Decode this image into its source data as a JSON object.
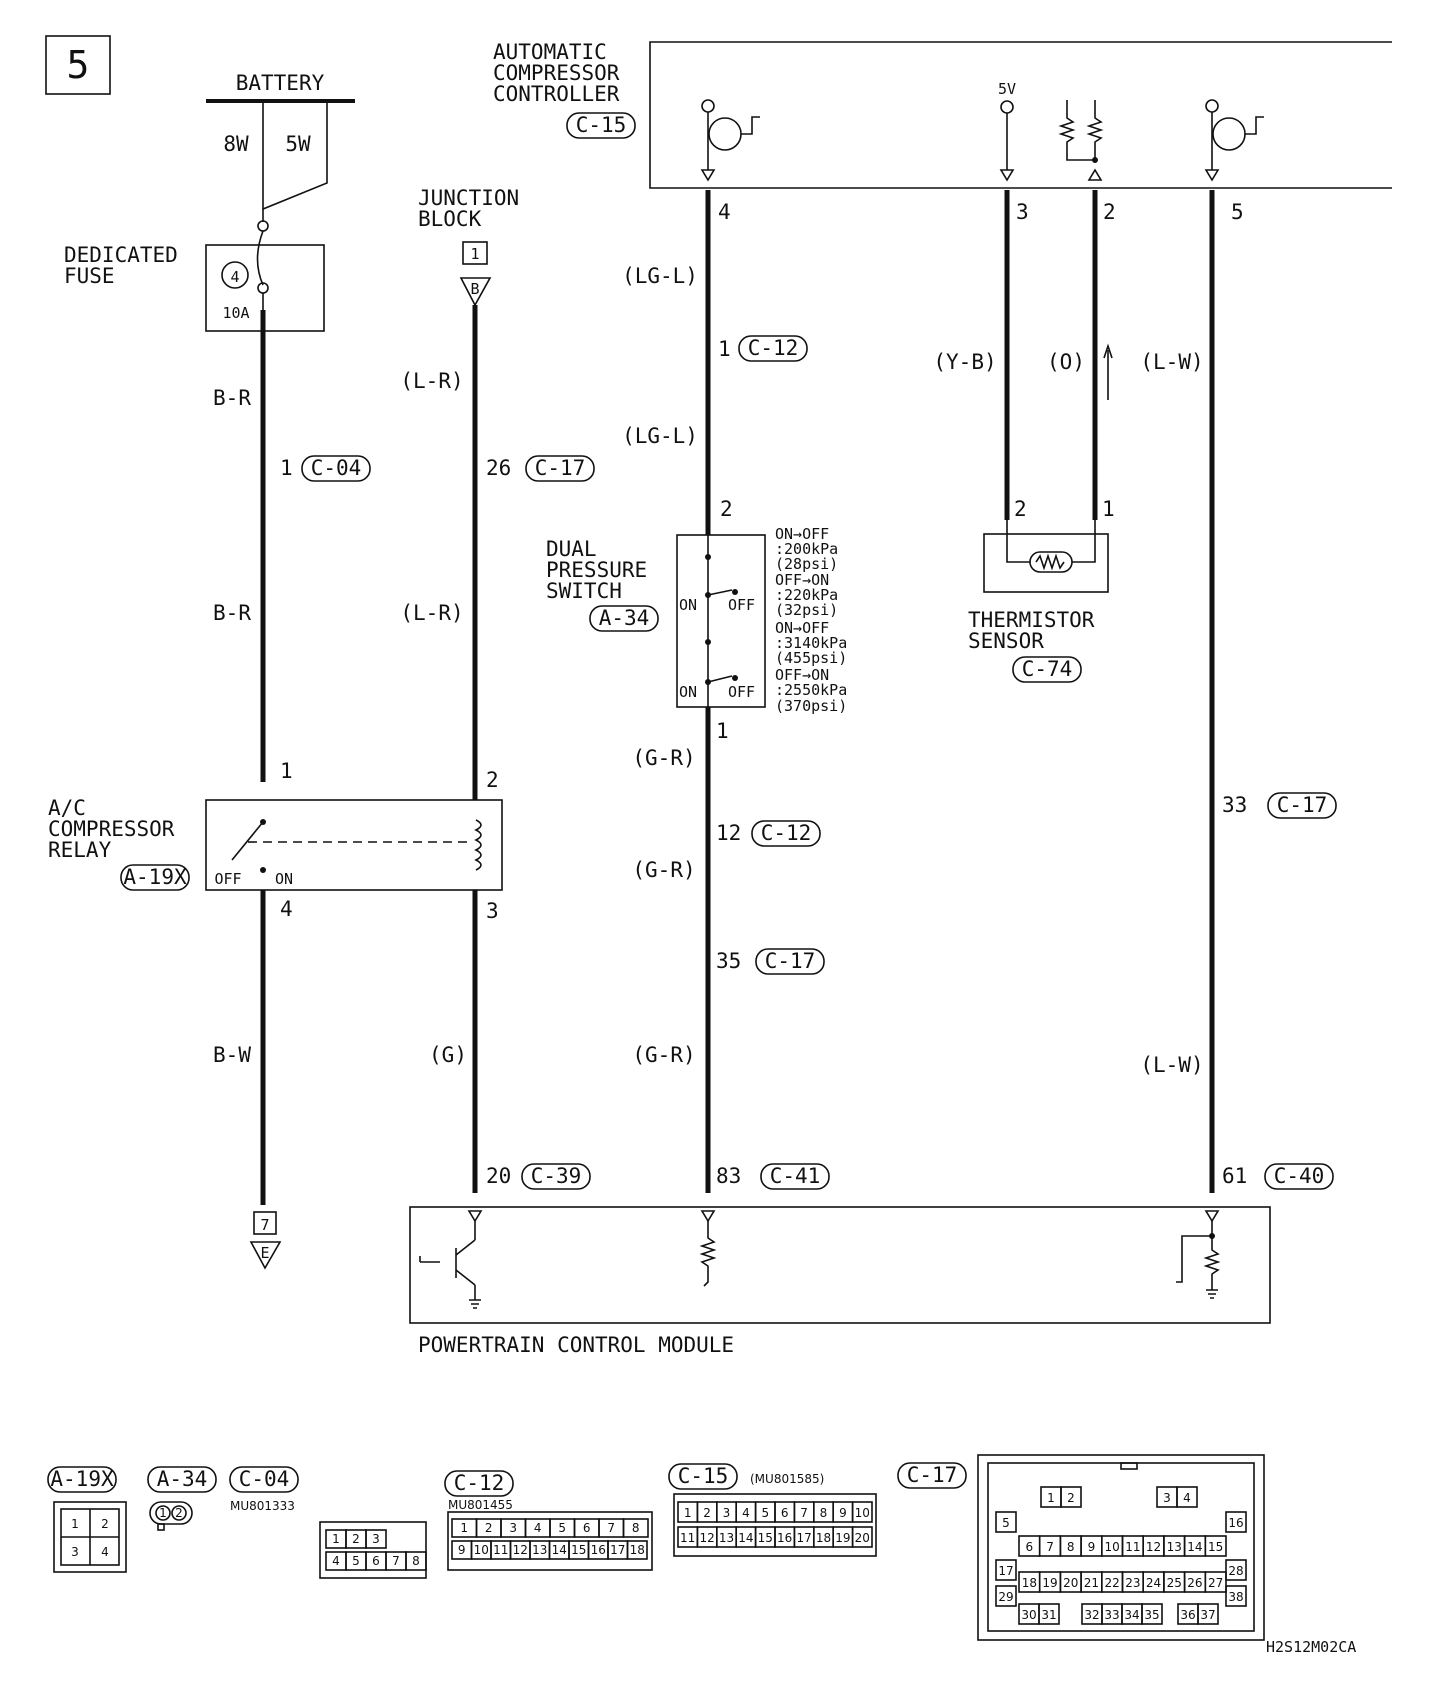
{
  "page_number": "5",
  "battery": {
    "label": "BATTERY",
    "wire_left": "8W",
    "wire_right": "5W"
  },
  "dedicated_fuse": {
    "label": "DEDICATED FUSE",
    "number": "4",
    "rating": "10A"
  },
  "junction_block": {
    "label": "JUNCTION BLOCK",
    "box_number": "1",
    "terminal": "B"
  },
  "controller": {
    "label": "AUTOMATIC COMPRESSOR CONTROLLER",
    "connector": "C-15",
    "supply": "5V"
  },
  "relay": {
    "label": "A/C COMPRESSOR RELAY",
    "connector": "A-19X",
    "off": "OFF",
    "on": "ON",
    "pins": [
      "1",
      "2",
      "4",
      "3"
    ]
  },
  "dual_pressure_switch": {
    "label": "DUAL PRESSURE SWITCH",
    "connector": "A-34",
    "pin_top": "2",
    "pin_bottom": "1",
    "on": "ON",
    "off": "OFF",
    "notes": [
      "ON→OFF",
      ":200kPa",
      "(28psi)",
      "OFF→ON",
      ":220kPa",
      "(32psi)",
      "ON→OFF",
      ":3140kPa",
      "(455psi)",
      "OFF→ON",
      ":2550kPa",
      "(370psi)"
    ]
  },
  "thermistor": {
    "label": "THERMISTOR SENSOR",
    "connector": "C-74",
    "pin_left": "2",
    "pin_right": "1"
  },
  "pcm": {
    "label": "POWERTRAIN CONTROL MODULE"
  },
  "ground": {
    "box_number": "7",
    "terminal": "E"
  },
  "wire_colors": {
    "br_1": "B-R",
    "br_2": "B-R",
    "bw": "B-W",
    "lr_1": "(L-R)",
    "lr_2": "(L-R)",
    "g": "(G)",
    "lgl_1": "(LG-L)",
    "lgl_2": "(LG-L)",
    "gr_1": "(G-R)",
    "gr_2": "(G-R)",
    "gr_3": "(G-R)",
    "yb": "(Y-B)",
    "o": "(O)",
    "lw_1": "(L-W)",
    "lw_2": "(L-W)"
  },
  "junctions": {
    "c04_pin": "1",
    "c04": "C-04",
    "c17a_pin": "26",
    "c17a": "C-17",
    "c12a_pin": "1",
    "c12a": "C-12",
    "c12b_pin": "12",
    "c12b": "C-12",
    "c17b_pin": "35",
    "c17b": "C-17",
    "c17c_pin": "33",
    "c17c": "C-17",
    "c39_pin": "20",
    "c39": "C-39",
    "c41_pin": "83",
    "c41": "C-41",
    "c40_pin": "61",
    "c40": "C-40"
  },
  "controller_pins": [
    "4",
    "3",
    "2",
    "5"
  ],
  "connector_views": {
    "a19x": {
      "label": "A-19X",
      "pins": [
        "1",
        "2",
        "3",
        "4"
      ]
    },
    "a34": {
      "label": "A-34",
      "pins": [
        "1",
        "2"
      ]
    },
    "c04": {
      "label": "C-04",
      "part": "MU801333",
      "pins_top": [
        "1",
        "2",
        "3"
      ],
      "pins_bottom": [
        "4",
        "5",
        "6",
        "7",
        "8"
      ]
    },
    "c12": {
      "label": "C-12",
      "part": "MU801455",
      "pins_top": [
        "1",
        "2",
        "3",
        "4",
        "5",
        "6",
        "7",
        "8"
      ],
      "pins_bottom": [
        "9",
        "10",
        "11",
        "12",
        "13",
        "14",
        "15",
        "16",
        "17",
        "18"
      ]
    },
    "c15": {
      "label": "C-15",
      "part": "(MU801585)",
      "pins_top": [
        "1",
        "2",
        "3",
        "4",
        "5",
        "6",
        "7",
        "8",
        "9",
        "10"
      ],
      "pins_bottom": [
        "11",
        "12",
        "13",
        "14",
        "15",
        "16",
        "17",
        "18",
        "19",
        "20"
      ]
    },
    "c17": {
      "label": "C-17",
      "row1": [
        "1",
        "2",
        "3",
        "4"
      ],
      "row2": [
        "5",
        "16"
      ],
      "row3": [
        "6",
        "7",
        "8",
        "9",
        "10",
        "11",
        "12",
        "13",
        "14",
        "15"
      ],
      "row4": [
        "17",
        "28"
      ],
      "row5": [
        "18",
        "19",
        "20",
        "21",
        "22",
        "23",
        "24",
        "25",
        "26",
        "27"
      ],
      "row6": [
        "29",
        "38"
      ],
      "row7": [
        "30",
        "31",
        "32",
        "33",
        "34",
        "35",
        "36",
        "37"
      ]
    }
  },
  "figure_code": "H2S12M02CA"
}
